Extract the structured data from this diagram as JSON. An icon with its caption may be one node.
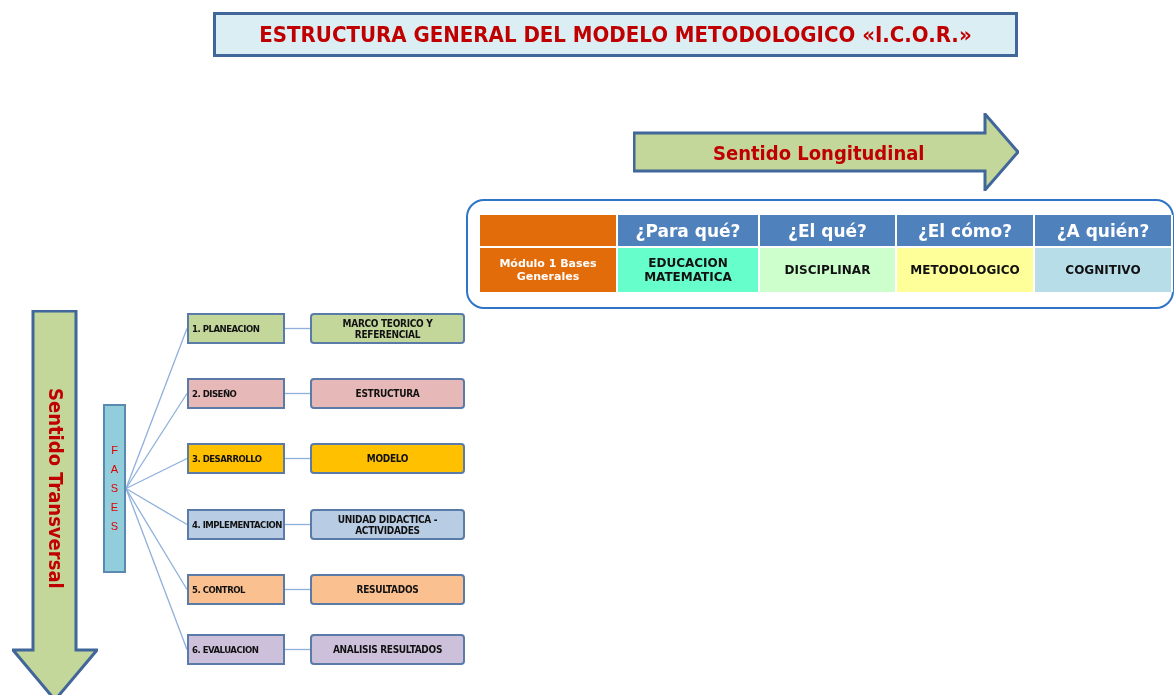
{
  "diagram": {
    "title": "ESTRUCTURA GENERAL DEL MODELO METODOLOGICO «I.C.O.R.»",
    "nodes": [
      {
        "text": [
          "Sentido Longitudinal"
        ]
      },
      {
        "text": [
          "Sentido Transversal"
        ]
      },
      {
        "text": [
          "FASES"
        ]
      },
      {
        "text": [
          "1. PLANEACION"
        ]
      },
      {
        "text": [
          "MARCO TEORICO Y REFERENCIAL"
        ]
      },
      {
        "text": [
          "2. DISEÑO"
        ]
      },
      {
        "text": [
          "ESTRUCTURA"
        ]
      },
      {
        "text": [
          "3. DESARROLLO"
        ]
      },
      {
        "text": [
          "MODELO"
        ]
      },
      {
        "text": [
          "4. IMPLEMENTACION"
        ]
      },
      {
        "text": [
          "UNIDAD DIDACTICA -ACTIVIDADES"
        ]
      },
      {
        "text": [
          "5. CONTROL"
        ]
      },
      {
        "text": [
          "RESULTADOS"
        ]
      },
      {
        "text": [
          "6. EVALUACION"
        ]
      },
      {
        "text": [
          "ANALISIS RESULTADOS"
        ]
      }
    ],
    "edges": [
      {
        "from": 2,
        "to": 3,
        "arrow": "none"
      },
      {
        "from": 2,
        "to": 5,
        "arrow": "none"
      },
      {
        "from": 2,
        "to": 7,
        "arrow": "none"
      },
      {
        "from": 2,
        "to": 9,
        "arrow": "none"
      },
      {
        "from": 2,
        "to": 11,
        "arrow": "none"
      },
      {
        "from": 2,
        "to": 13,
        "arrow": "none"
      },
      {
        "from": 3,
        "to": 4,
        "arrow": "none"
      },
      {
        "from": 5,
        "to": 6,
        "arrow": "none"
      },
      {
        "from": 7,
        "to": 8,
        "arrow": "none"
      },
      {
        "from": 9,
        "to": 10,
        "arrow": "none"
      },
      {
        "from": 11,
        "to": 12,
        "arrow": "none"
      },
      {
        "from": 13,
        "to": 14,
        "arrow": "none"
      }
    ],
    "labels": [
      "¿Para qué?",
      "¿El qué?",
      "¿El cómo?",
      "¿A quién?",
      "Módulo 1 Bases Generales",
      "EDUCACION MATEMATICA",
      "DISCIPLINAR",
      "METODOLOGICO",
      "COGNITIVO"
    ]
  }
}
